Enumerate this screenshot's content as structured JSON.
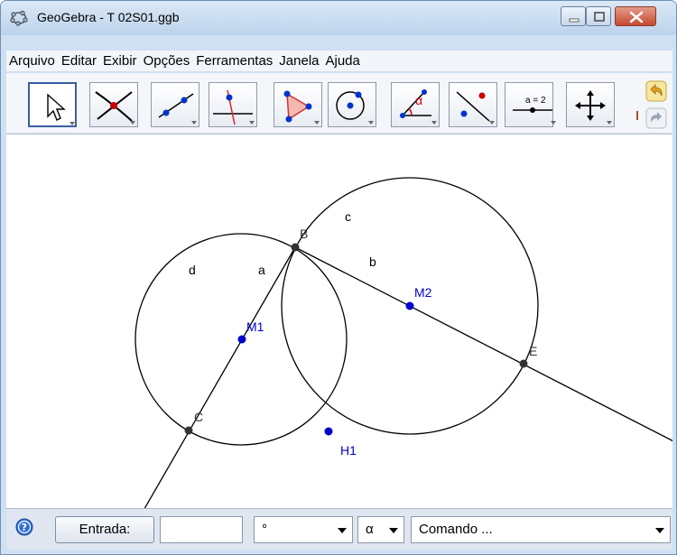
{
  "window": {
    "title": "GeoGebra - T 02S01.ggb"
  },
  "menu": {
    "items": [
      "Arquivo",
      "Editar",
      "Exibir",
      "Opções",
      "Ferramentas",
      "Janela",
      "Ajuda"
    ]
  },
  "toolbar": {
    "tools": [
      {
        "icon": "move-pointer-icon",
        "selected": true
      },
      {
        "icon": "intersect-point-icon"
      },
      {
        "icon": "line-through-points-icon"
      },
      {
        "icon": "perpendicular-line-icon"
      },
      {
        "icon": "polygon-icon"
      },
      {
        "icon": "circle-center-point-icon"
      },
      {
        "icon": "angle-icon",
        "angle_symbol": "α"
      },
      {
        "icon": "reflect-point-icon"
      },
      {
        "icon": "slider-icon",
        "slider_label": "a = 2"
      },
      {
        "icon": "move-graphics-view-icon"
      }
    ],
    "undo_icon": "undo-icon",
    "redo_icon": "redo-icon"
  },
  "construction": {
    "labels": {
      "point_b": "B",
      "point_c": "C",
      "point_e": "E",
      "point_m1": "M1",
      "point_m2": "M2",
      "point_h1": "H1",
      "segment_a": "a",
      "line_b": "b",
      "circle_c": "c",
      "circle_d": "d"
    },
    "colors": {
      "line": "#000000",
      "free_point": "#0000cc",
      "dependent_point": "#333333",
      "point_label": "#0000cc"
    }
  },
  "input_bar": {
    "help_icon": "help-icon",
    "entry_label": "Entrada:",
    "entry_value": "",
    "degree_symbol": "°",
    "alpha_symbol": "α",
    "command_placeholder": "Comando ..."
  }
}
